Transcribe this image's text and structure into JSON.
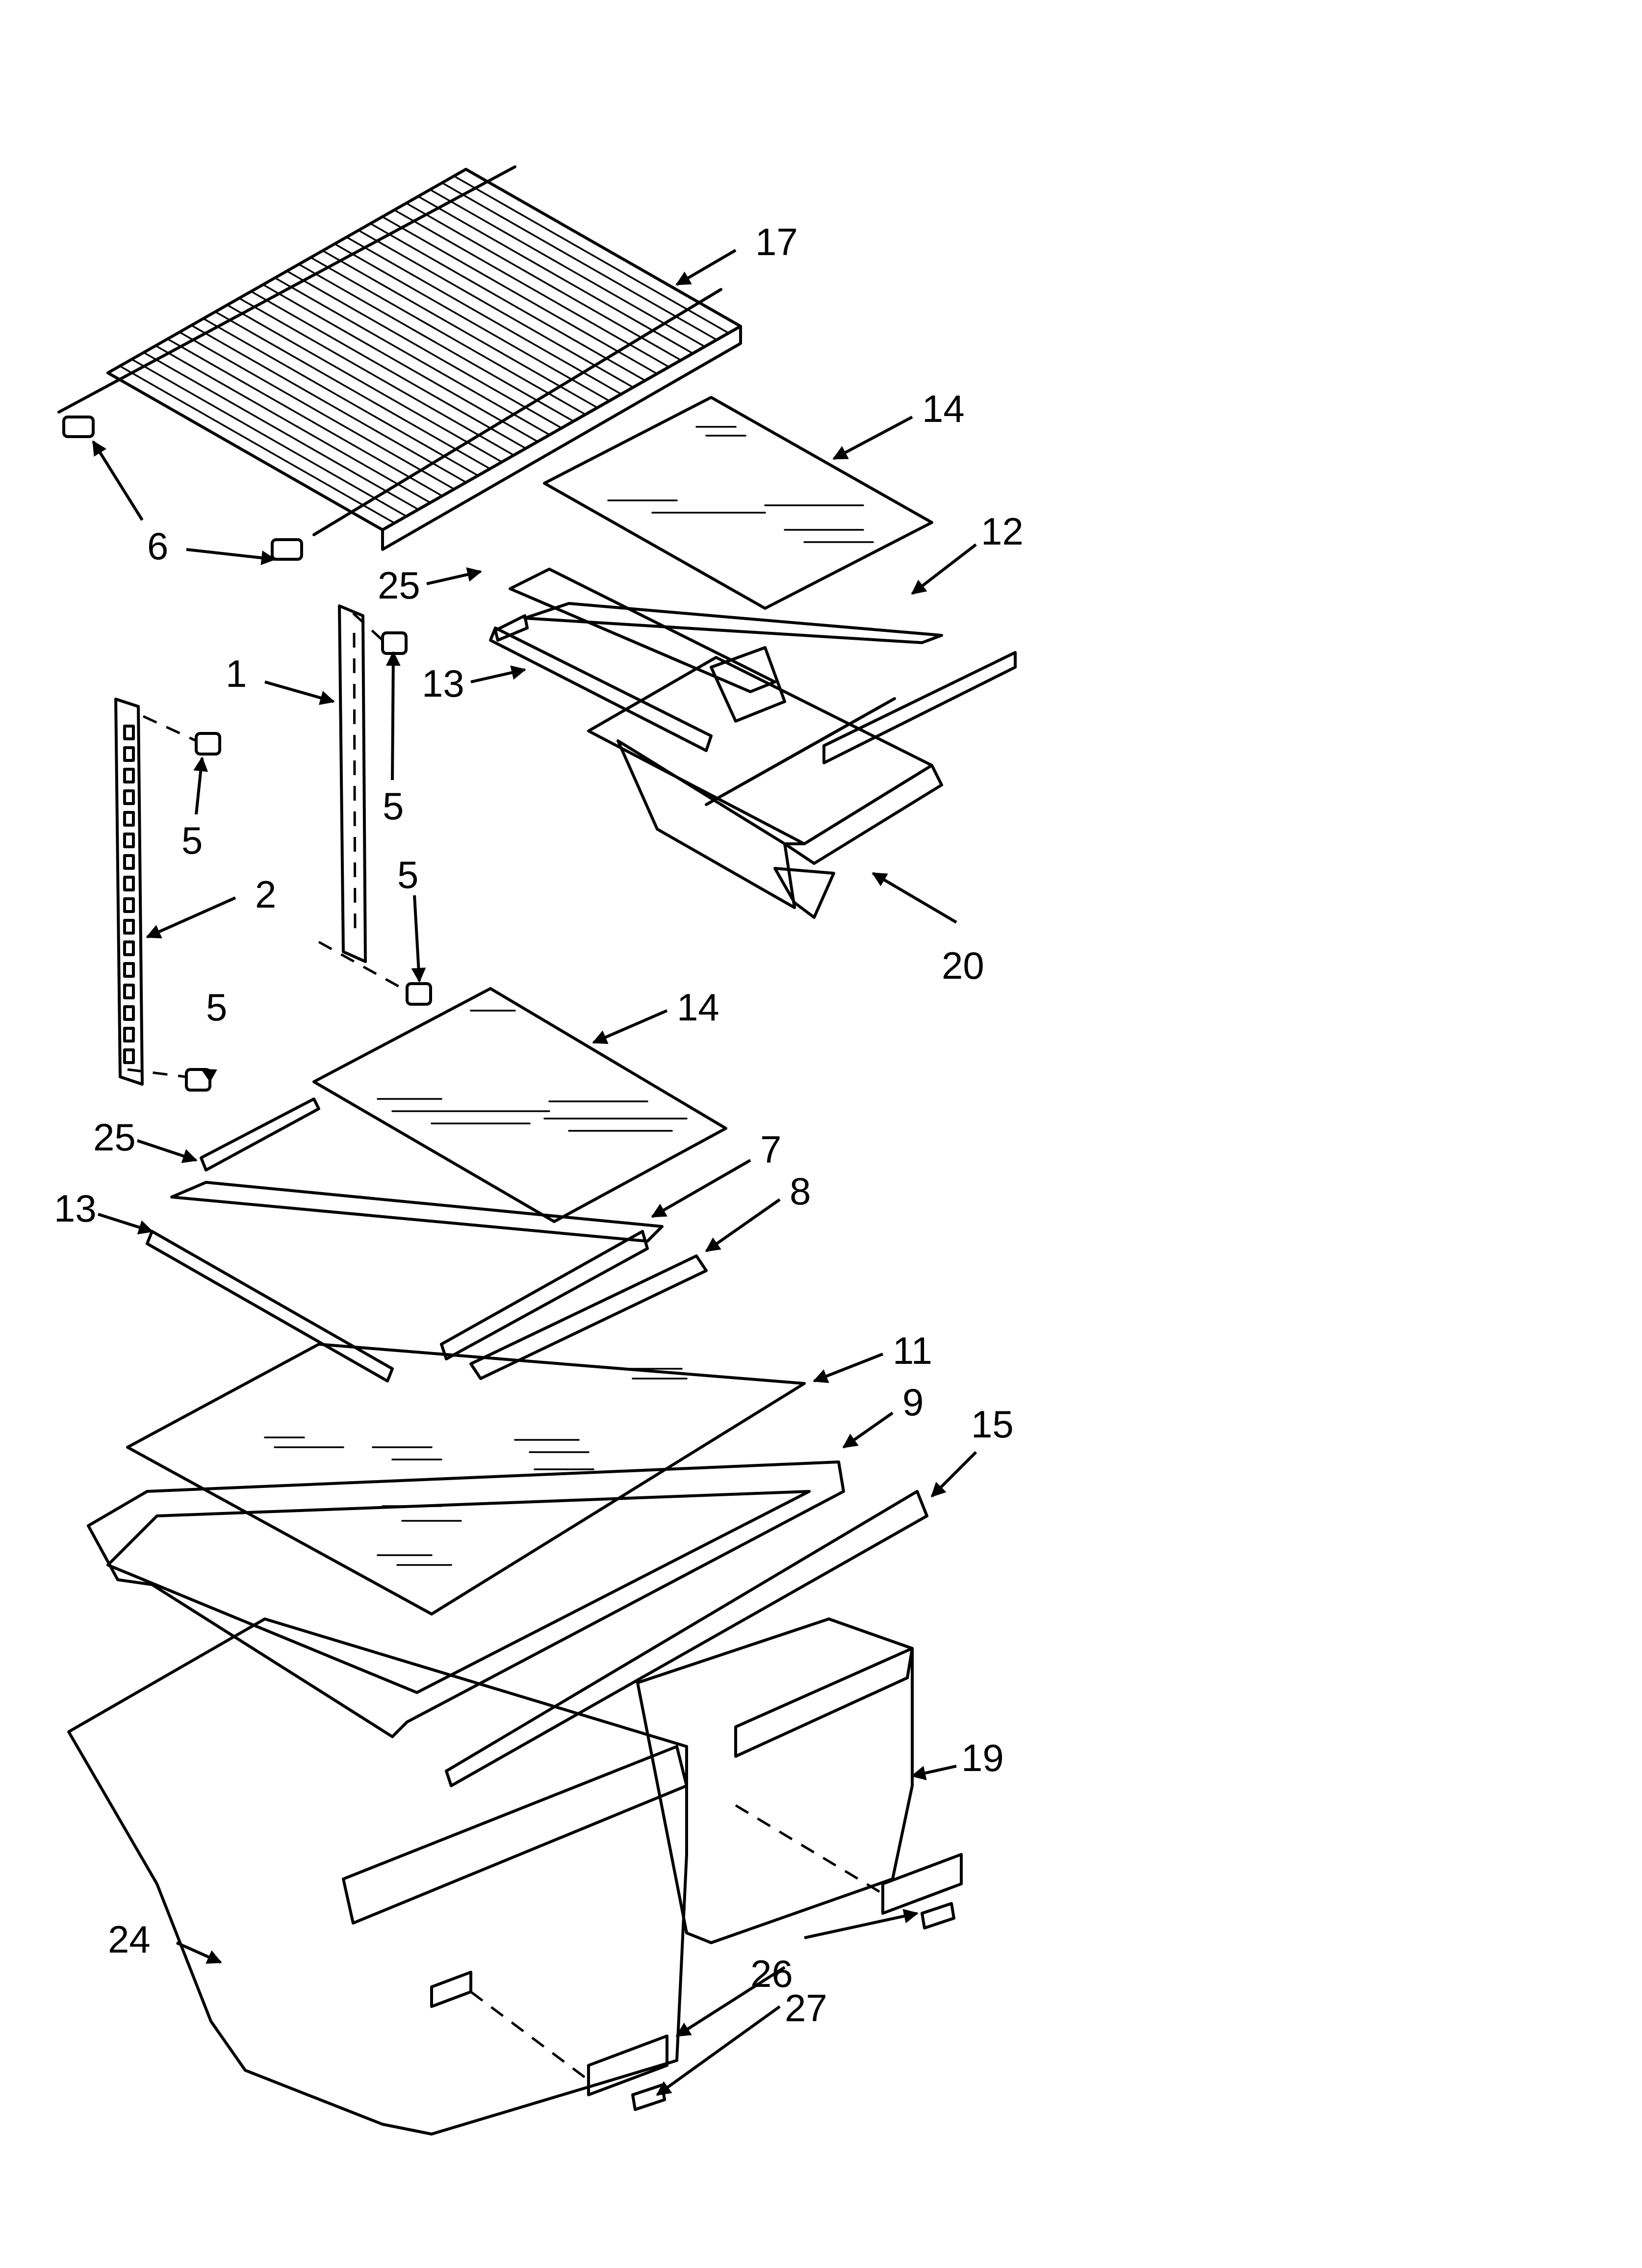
{
  "callouts": {
    "c17": "17",
    "c14_top": "14",
    "c12": "12",
    "c6_upper": "6",
    "c25_upper": "25",
    "c1": "1",
    "c13_upper": "13",
    "c5_a": "5",
    "c5_b": "5",
    "c5_c": "5",
    "c5_d": "5",
    "c2": "2",
    "c20": "20",
    "c14_mid": "14",
    "c25_lower": "25",
    "c7": "7",
    "c8": "8",
    "c13_lower": "13",
    "c11": "11",
    "c9": "9",
    "c15": "15",
    "c19": "19",
    "c24": "24",
    "c26": "26",
    "c27": "27"
  },
  "colors": {
    "line": "#000000",
    "background": "#ffffff"
  }
}
